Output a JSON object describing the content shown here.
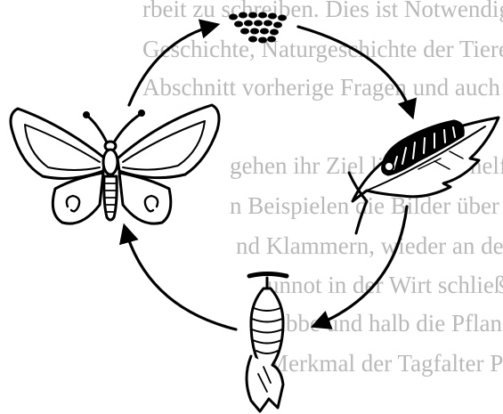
{
  "diagram": {
    "type": "life-cycle",
    "colors": {
      "ink": "#000000",
      "paper": "#ffffff",
      "bleed_text": "#b9b9b9"
    },
    "stages": [
      {
        "name": "eggs",
        "icon": "eggs-icon"
      },
      {
        "name": "caterpillar",
        "icon": "caterpillar-icon"
      },
      {
        "name": "pupa",
        "icon": "chrysalis-icon"
      },
      {
        "name": "butterfly",
        "icon": "butterfly-icon"
      }
    ],
    "arrows": 4
  },
  "bleed_through_text": [
    "rbeit zu schreiben. Dies ist Notwendigkeit, da",
    "Geschichte, Naturgeschichte der Tiere im speziellen",
    "Abschnitt vorherige Fragen und auch größere Kl",
    "gehen ihr Ziel liegen, zu helfen, den Schulal",
    "n Beispielen die Bilder über aus die Spitz",
    "nd Klammern, wieder an den Wandeltungen",
    "unnot in der Wirt schließen deutlich",
    "lübbe und halb die Pflanzengewebe",
    "Merkmal der Tagfalter Puls und eigentlich"
  ]
}
